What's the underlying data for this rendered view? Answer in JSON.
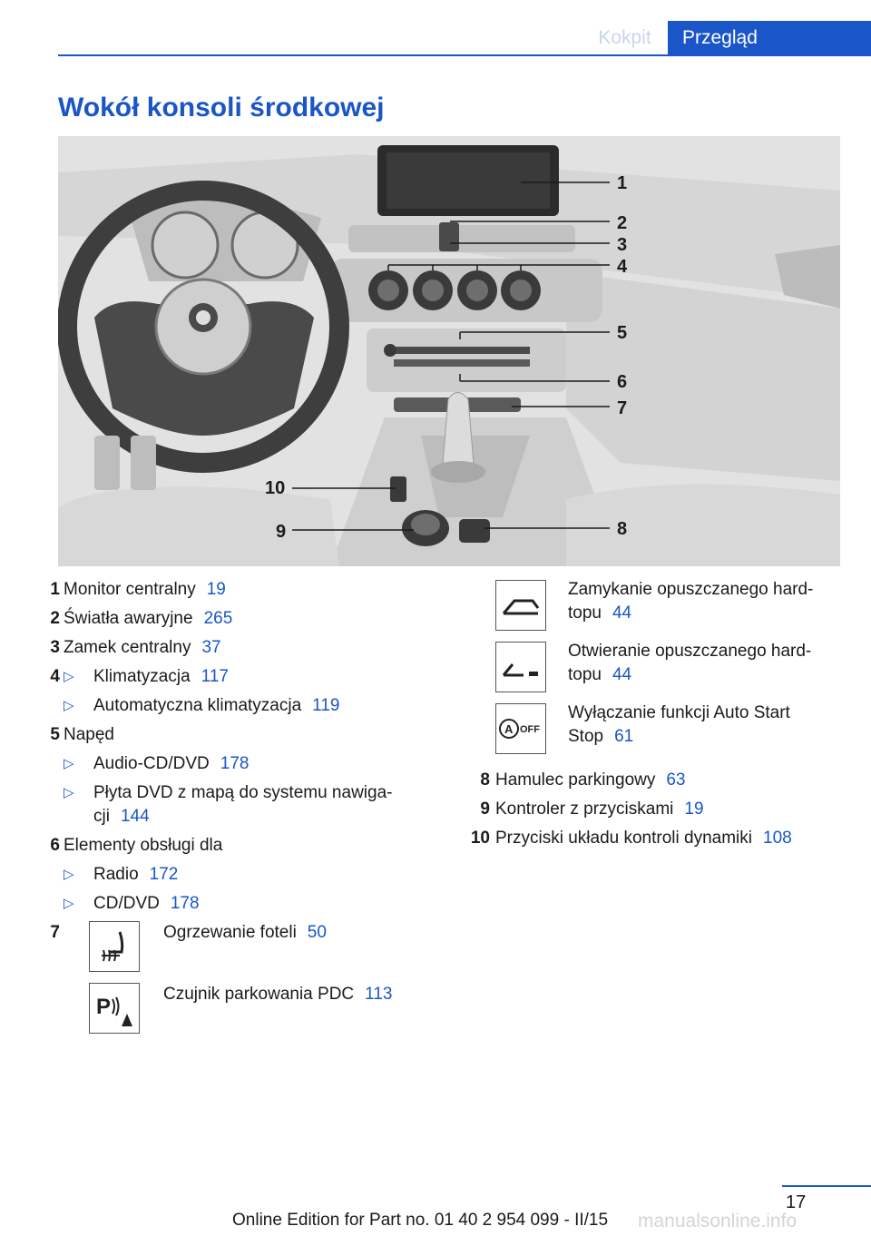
{
  "header": {
    "tab_kokpit": "Kokpit",
    "tab_przeglad": "Przegląd"
  },
  "page_title": "Wokół konsoli środkowej",
  "illustration": {
    "callouts": [
      "1",
      "2",
      "3",
      "4",
      "5",
      "6",
      "7",
      "8",
      "9",
      "10"
    ]
  },
  "left_list": {
    "items": [
      {
        "num": "1",
        "label": "Monitor centralny",
        "ref": "19"
      },
      {
        "num": "2",
        "label": "Światła awaryjne",
        "ref": "265"
      },
      {
        "num": "3",
        "label": "Zamek centralny",
        "ref": "37"
      },
      {
        "num": "4",
        "bullet": "▷",
        "label": "Klimatyzacja",
        "ref": "117"
      },
      {
        "bullet": "▷",
        "label": "Automatyczna klimatyzacja",
        "ref": "119"
      },
      {
        "num": "5",
        "label": "Napęd"
      },
      {
        "bullet": "▷",
        "label": "Audio-CD/DVD",
        "ref": "178"
      },
      {
        "bullet": "▷",
        "label": "Płyta DVD z mapą do systemu nawiga-",
        "label2": "cji",
        "ref": "144"
      },
      {
        "num": "6",
        "label": "Elementy obsługi dla"
      },
      {
        "bullet": "▷",
        "label": "Radio",
        "ref": "172"
      },
      {
        "bullet": "▷",
        "label": "CD/DVD",
        "ref": "178"
      },
      {
        "num": "7",
        "icon": "seat-heating-icon",
        "label": "Ogrzewanie foteli",
        "ref": "50"
      },
      {
        "icon": "parking-sensor-icon",
        "label": "Czujnik parkowania PDC",
        "ref": "113"
      }
    ]
  },
  "right_list": {
    "icon_items": [
      {
        "icon": "hardtop-close-icon",
        "label": "Zamykanie opuszczanego hard-",
        "label2": "topu",
        "ref": "44"
      },
      {
        "icon": "hardtop-open-icon",
        "label": "Otwieranie opuszczanego hard-",
        "label2": "topu",
        "ref": "44"
      },
      {
        "icon": "auto-start-stop-off-icon",
        "label": "Wyłączanie funkcji Auto Start",
        "label2": "Stop",
        "ref": "61"
      }
    ],
    "items": [
      {
        "num": "8",
        "label": "Hamulec parkingowy",
        "ref": "63"
      },
      {
        "num": "9",
        "label": "Kontroler z przyciskami",
        "ref": "19"
      },
      {
        "num": "10",
        "label": "Przyciski układu kontroli dynamiki",
        "ref": "108"
      }
    ],
    "off_label": "OFF"
  },
  "footer": {
    "page_number": "17",
    "edition": "Online Edition for Part no. 01 40 2 954 099 - II/15",
    "watermark": "manualsonline.info"
  },
  "colors": {
    "accent": "#1a56c7",
    "tab_inactive_text": "#c7d5ea"
  }
}
